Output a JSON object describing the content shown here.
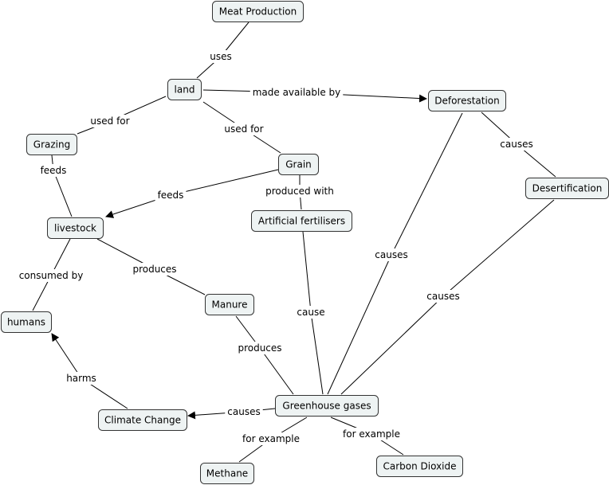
{
  "diagram": {
    "nodes": [
      {
        "id": "meat",
        "label": "Meat Production"
      },
      {
        "id": "land",
        "label": "land"
      },
      {
        "id": "defor",
        "label": "Deforestation"
      },
      {
        "id": "grazing",
        "label": "Grazing"
      },
      {
        "id": "grain",
        "label": "Grain"
      },
      {
        "id": "desert",
        "label": "Desertification"
      },
      {
        "id": "livestock",
        "label": "livestock"
      },
      {
        "id": "fert",
        "label": "Artificial fertilisers"
      },
      {
        "id": "humans",
        "label": "humans"
      },
      {
        "id": "manure",
        "label": "Manure"
      },
      {
        "id": "ghg",
        "label": "Greenhouse gases"
      },
      {
        "id": "climate",
        "label": "Climate Change"
      },
      {
        "id": "methane",
        "label": "Methane"
      },
      {
        "id": "co2",
        "label": "Carbon Dioxide"
      }
    ],
    "edges": [
      {
        "from": "meat",
        "to": "land",
        "label": "uses"
      },
      {
        "from": "land",
        "to": "defor",
        "label": "made available by",
        "arrow": true
      },
      {
        "from": "land",
        "to": "grazing",
        "label": "used for"
      },
      {
        "from": "land",
        "to": "grain",
        "label": "used for"
      },
      {
        "from": "defor",
        "to": "desert",
        "label": "causes"
      },
      {
        "from": "grazing",
        "to": "livestock",
        "label": "feeds"
      },
      {
        "from": "grain",
        "to": "livestock",
        "label": "feeds",
        "arrow": true
      },
      {
        "from": "grain",
        "to": "fert",
        "label": "produced with"
      },
      {
        "from": "livestock",
        "to": "humans",
        "label": "consumed by"
      },
      {
        "from": "livestock",
        "to": "manure",
        "label": "produces"
      },
      {
        "from": "fert",
        "to": "ghg",
        "label": "cause"
      },
      {
        "from": "defor",
        "to": "ghg",
        "label": "causes"
      },
      {
        "from": "desert",
        "to": "ghg",
        "label": "causes"
      },
      {
        "from": "manure",
        "to": "ghg",
        "label": "produces"
      },
      {
        "from": "ghg",
        "to": "climate",
        "label": "causes",
        "arrow": true
      },
      {
        "from": "climate",
        "to": "humans",
        "label": "harms",
        "arrow": true
      },
      {
        "from": "ghg",
        "to": "methane",
        "label": "for example"
      },
      {
        "from": "ghg",
        "to": "co2",
        "label": "for example"
      }
    ]
  }
}
